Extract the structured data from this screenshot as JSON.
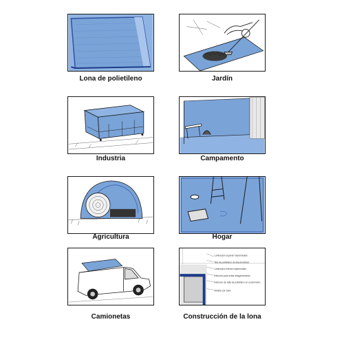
{
  "captions": {
    "polyethylene": "Lona de polietileno",
    "garden": "Jardín",
    "industry": "Industria",
    "camping": "Campamento",
    "agriculture": "Agricultura",
    "home": "Hogar",
    "trucks": "Camionetas",
    "construction": "Construcción de la lona"
  },
  "construction_labels": [
    "Laminación superior impermeable",
    "Tela de polietileno de alta densidad",
    "Laminación inferior impermeable",
    "Refuerzo para evitar desgarramiento",
    "Refuerzo de rafia de polietileno en el perímetro",
    "Sellado por calor"
  ],
  "colors": {
    "tarp_blue": "#7aa3d8",
    "tarp_dark": "#2f4fa0",
    "line": "#1a1a1a"
  }
}
